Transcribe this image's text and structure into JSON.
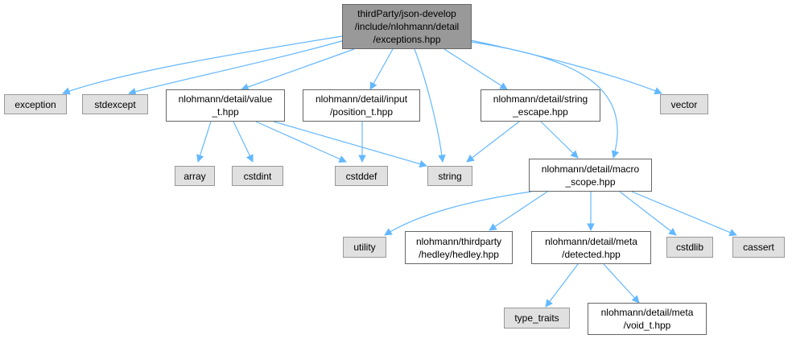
{
  "colors": {
    "edge": "#63b8ff",
    "root_fill": "#999999",
    "external_fill": "#e0e0e0",
    "file_fill": "#ffffff"
  },
  "nodes": {
    "root": "thirdParty/json-develop\n/include/nlohmann/detail\n/exceptions.hpp",
    "exception": "exception",
    "stdexcept": "stdexcept",
    "value_t": "nlohmann/detail/value\n_t.hpp",
    "position_t": "nlohmann/detail/input\n/position_t.hpp",
    "string_escape": "nlohmann/detail/string\n_escape.hpp",
    "vector": "vector",
    "array": "array",
    "cstdint": "cstdint",
    "cstddef": "cstddef",
    "string": "string",
    "macro_scope": "nlohmann/detail/macro\n_scope.hpp",
    "utility": "utility",
    "hedley": "nlohmann/thirdparty\n/hedley/hedley.hpp",
    "detected": "nlohmann/detail/meta\n/detected.hpp",
    "cstdlib": "cstdlib",
    "cassert": "cassert",
    "type_traits": "type_traits",
    "void_t": "nlohmann/detail/meta\n/void_t.hpp"
  }
}
